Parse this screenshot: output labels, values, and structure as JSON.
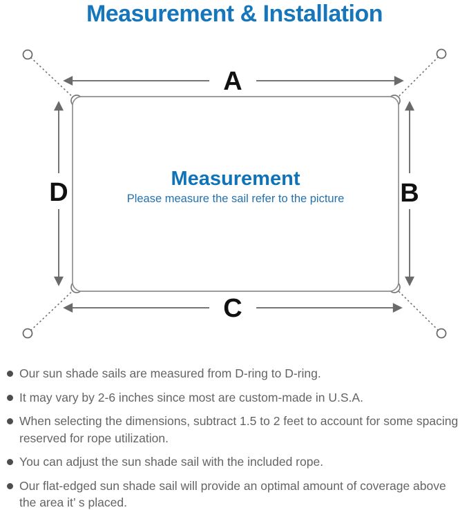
{
  "title": "Measurement & Installation",
  "diagram": {
    "label_a": "A",
    "label_b": "B",
    "label_c": "C",
    "label_d": "D",
    "center_title": "Measurement",
    "center_subtitle": "Please measure the sail refer to the picture"
  },
  "bullets": [
    {
      "text": "Our sun shade sails are measured from D-ring to D-ring."
    },
    {
      "text": "It may vary by 2-6 inches since most are custom-made in U.S.A."
    },
    {
      "text": "When selecting the dimensions, subtract 1.5 to 2 feet to account for some spacing reserved for rope utilization."
    },
    {
      "text": "You can adjust the sun shade sail with the included rope."
    },
    {
      "text": "Our flat-edged sun shade sail will provide an optimal amount of coverage above the area it’ s placed."
    }
  ],
  "colors": {
    "title_blue": "#1576bb",
    "center_title_blue": "#0f73b9",
    "center_subtitle_blue": "#2471ae",
    "line_gray": "#757575",
    "label_black": "#111111",
    "body_text_gray": "#646464"
  }
}
